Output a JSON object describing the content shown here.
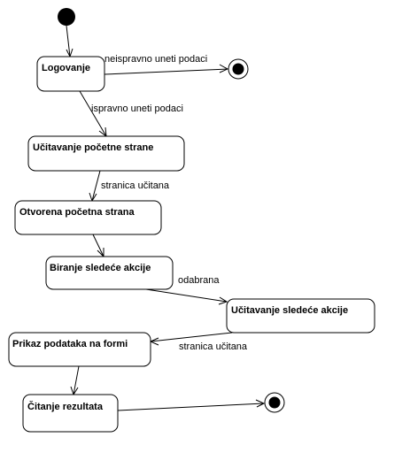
{
  "states": [
    {
      "id": "logovanje",
      "label": "Logovanje"
    },
    {
      "id": "ucitavanje-pocetne",
      "label": "Učitavanje početne strane"
    },
    {
      "id": "otvorena-pocetna",
      "label": "Otvorena početna strana"
    },
    {
      "id": "biranje-akcije",
      "label": "Biranje sledeće akcije"
    },
    {
      "id": "ucitavanje-akcije",
      "label": "Učitavanje sledeće akcije"
    },
    {
      "id": "prikaz-podataka",
      "label": "Prikaz podataka na formi"
    },
    {
      "id": "citanje-rezultata",
      "label": "Čitanje rezultata"
    }
  ],
  "transitions": [
    {
      "from": "initial",
      "to": "logovanje",
      "label": ""
    },
    {
      "from": "logovanje",
      "to": "final-1",
      "label": "neispravno uneti podaci"
    },
    {
      "from": "logovanje",
      "to": "ucitavanje-pocetne",
      "label": "ispravno uneti podaci"
    },
    {
      "from": "ucitavanje-pocetne",
      "to": "otvorena-pocetna",
      "label": "stranica učitana"
    },
    {
      "from": "otvorena-pocetna",
      "to": "biranje-akcije",
      "label": ""
    },
    {
      "from": "biranje-akcije",
      "to": "ucitavanje-akcije",
      "label": "odabrana"
    },
    {
      "from": "ucitavanje-akcije",
      "to": "prikaz-podataka",
      "label": "stranica učitana"
    },
    {
      "from": "prikaz-podataka",
      "to": "citanje-rezultata",
      "label": ""
    },
    {
      "from": "citanje-rezultata",
      "to": "final-2",
      "label": ""
    }
  ]
}
